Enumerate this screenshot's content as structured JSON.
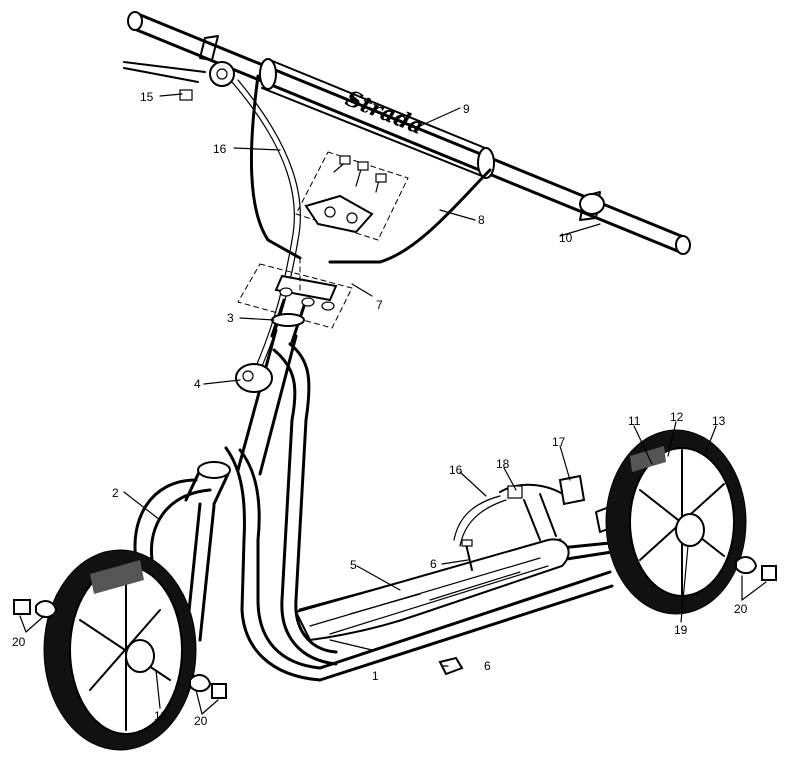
{
  "diagram": {
    "brand_logo_text": "Strada",
    "callouts": [
      {
        "id": "c1",
        "label": "1"
      },
      {
        "id": "c2",
        "label": "2"
      },
      {
        "id": "c3",
        "label": "3"
      },
      {
        "id": "c4",
        "label": "4"
      },
      {
        "id": "c5",
        "label": "5"
      },
      {
        "id": "c6a",
        "label": "6"
      },
      {
        "id": "c6b",
        "label": "6"
      },
      {
        "id": "c7",
        "label": "7"
      },
      {
        "id": "c8",
        "label": "8"
      },
      {
        "id": "c9",
        "label": "9"
      },
      {
        "id": "c10",
        "label": "10"
      },
      {
        "id": "c11",
        "label": "11"
      },
      {
        "id": "c12",
        "label": "12"
      },
      {
        "id": "c13",
        "label": "13"
      },
      {
        "id": "c15",
        "label": "15"
      },
      {
        "id": "c16a",
        "label": "16"
      },
      {
        "id": "c16b",
        "label": "16"
      },
      {
        "id": "c17",
        "label": "17"
      },
      {
        "id": "c18",
        "label": "18"
      },
      {
        "id": "c19a",
        "label": "19"
      },
      {
        "id": "c19b",
        "label": "19"
      },
      {
        "id": "c20a",
        "label": "20"
      },
      {
        "id": "c20b",
        "label": "20"
      },
      {
        "id": "c20c",
        "label": "20"
      }
    ]
  }
}
